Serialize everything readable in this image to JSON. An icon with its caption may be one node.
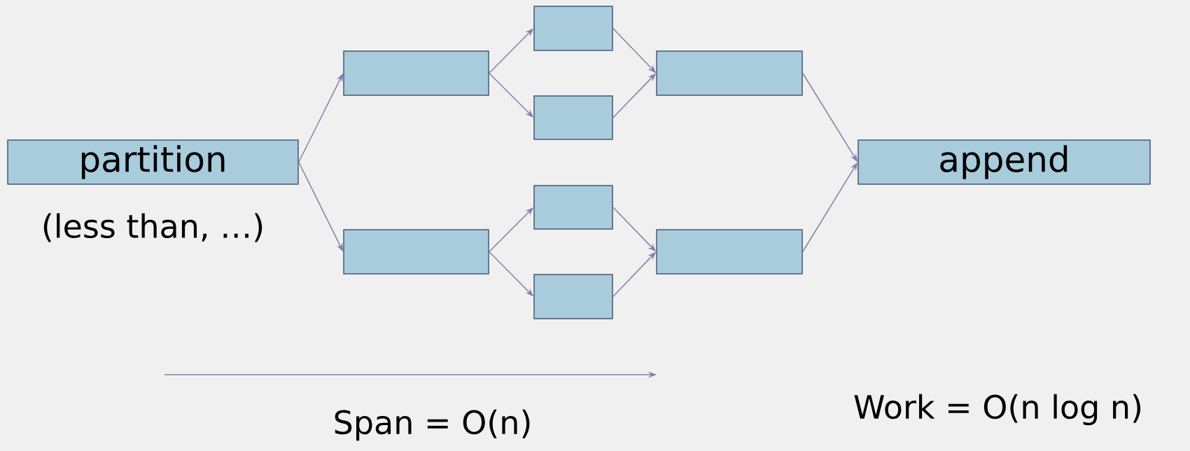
{
  "diagram": {
    "nodes": [
      {
        "text": [
          "partition"
        ],
        "beside": [
          "(less than, …)"
        ]
      },
      {
        "text": [],
        "shape": "box"
      },
      {
        "text": [],
        "shape": "box"
      },
      {
        "text": [],
        "shape": "box"
      },
      {
        "text": [],
        "shape": "box"
      },
      {
        "text": [],
        "shape": "box"
      },
      {
        "text": [],
        "shape": "box"
      },
      {
        "text": [],
        "shape": "box"
      },
      {
        "text": [],
        "shape": "box"
      },
      {
        "text": [
          "append"
        ]
      }
    ],
    "edges": [
      {
        "from": 0,
        "to": 1,
        "arrow": "to"
      },
      {
        "from": 0,
        "to": 2,
        "arrow": "to"
      },
      {
        "from": 1,
        "to": 3,
        "arrow": "to"
      },
      {
        "from": 1,
        "to": 4,
        "arrow": "to"
      },
      {
        "from": 2,
        "to": 5,
        "arrow": "to"
      },
      {
        "from": 2,
        "to": 6,
        "arrow": "to"
      },
      {
        "from": 3,
        "to": 7,
        "arrow": "to"
      },
      {
        "from": 4,
        "to": 7,
        "arrow": "to"
      },
      {
        "from": 5,
        "to": 8,
        "arrow": "to"
      },
      {
        "from": 6,
        "to": 8,
        "arrow": "to"
      },
      {
        "from": 7,
        "to": 9,
        "arrow": "to"
      },
      {
        "from": 8,
        "to": 9,
        "arrow": "to"
      }
    ],
    "labels": [
      "Span = O(n)",
      "Work = O(n log n)"
    ]
  }
}
